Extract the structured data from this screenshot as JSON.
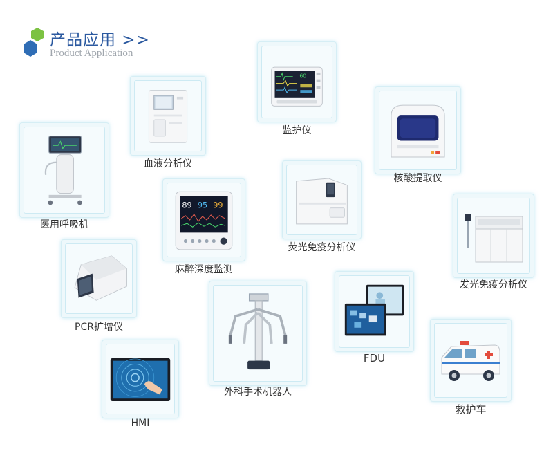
{
  "header": {
    "title": "产品应用 >>",
    "subtitle": "Product Application"
  },
  "products": [
    {
      "label": "监护仪",
      "icon": "patient-monitor-icon"
    },
    {
      "label": "血液分析仪",
      "icon": "blood-analyzer-icon"
    },
    {
      "label": "核酸提取仪",
      "icon": "nucleic-acid-extractor-icon"
    },
    {
      "label": "医用呼吸机",
      "icon": "medical-ventilator-icon"
    },
    {
      "label": "荧光免疫分析仪",
      "icon": "fluorescence-immunoassay-analyzer-icon"
    },
    {
      "label": "麻醉深度监测",
      "icon": "anesthesia-depth-monitor-icon"
    },
    {
      "label": "发光免疫分析仪",
      "icon": "chemiluminescence-immunoassay-analyzer-icon"
    },
    {
      "label": "PCR扩增仪",
      "icon": "pcr-amplifier-icon"
    },
    {
      "label": "FDU",
      "icon": "fdu-display-icon"
    },
    {
      "label": "外科手术机器人",
      "icon": "surgical-robot-icon"
    },
    {
      "label": "救护车",
      "icon": "ambulance-icon"
    },
    {
      "label": "HMI",
      "icon": "hmi-touch-panel-icon"
    }
  ],
  "device_readings": {
    "monitor_value": "60",
    "anesthesia_values": [
      "89",
      "95",
      "99"
    ]
  },
  "colors": {
    "brand_blue": "#2c5aa0",
    "logo_green": "#7cc242",
    "logo_blue": "#2f6db5",
    "frame_glow": "#d6eef5",
    "label_text": "#333333",
    "subtitle_gray": "#a0a6ad"
  }
}
